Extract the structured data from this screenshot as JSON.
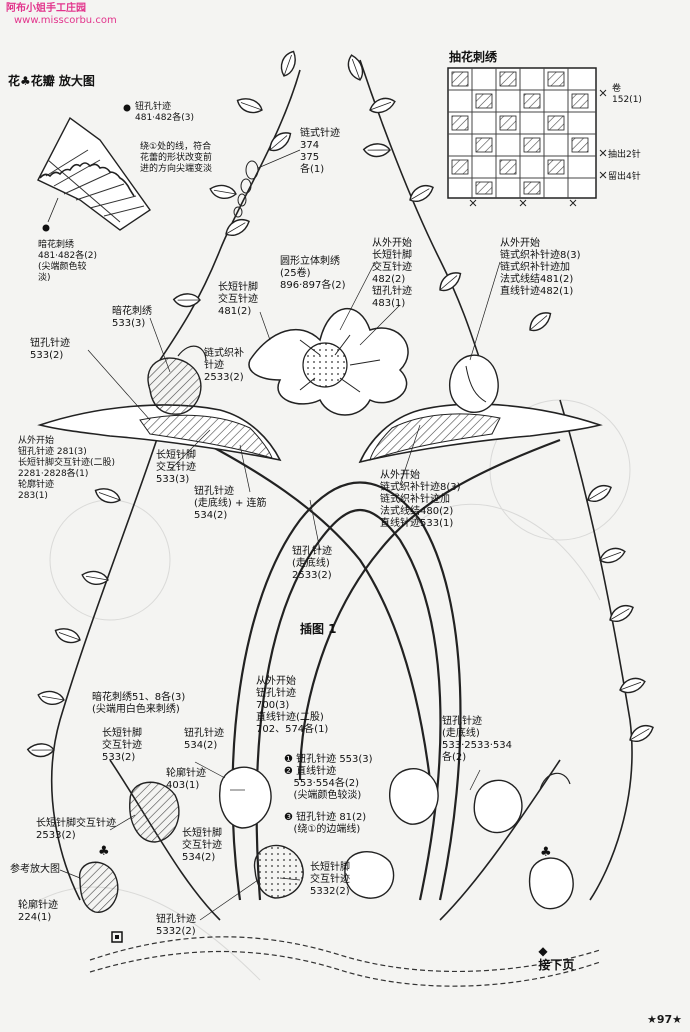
{
  "watermark": {
    "site_cn": "阿布小姐手工庄园",
    "site_url": "www.misscorbu.com"
  },
  "figure_caption": "插图 1",
  "page_number": "97",
  "next_page": "接下页",
  "inset": {
    "title": "花♣花瓣 放大图",
    "label_buttonhole": "钮孔针迹\n481·482各(3)",
    "label_note": "绕①处的线，符合\n花蕾的形状改变前\n进的方向尖端变淡",
    "label_shadow": "暗花刺绣\n481·482各(2)\n(尖端颜色较\n淡)"
  },
  "drawnwork": {
    "title": "抽花刺绣",
    "label_roll": "卷\n152(1)",
    "label_pull": "抽出2针",
    "label_leave": "留出4针"
  },
  "labels": {
    "chain_top": "链式针迹\n374\n375\n各(1)",
    "round_padded": "圆形立体刺绣\n(25卷)\n896·897各(2)",
    "from_outside_1": "从外开始\n长短针脚\n交互针迹\n482(2)\n钮孔针迹\n483(1)",
    "from_outside_right": "从外开始\n链式织补针迹8(3)\n链式织补针迹加\n法式线结481(2)\n直线针迹482(1)",
    "long_short_481": "长短针脚\n交互针迹\n481(2)",
    "chain_darning_2533": "链式织补\n针迹\n2533(2)",
    "shadow_533": "暗花刺绣\n533(3)",
    "buttonhole_533": "钮孔针迹\n533(2)",
    "from_outside_left": "从外开始\n钮孔针迹 281(3)\n长短针脚交互针迹(二股)\n2281·2828各(1)\n轮廓针迹\n283(1)",
    "long_short_533": "长短针脚\n交互针迹\n533(3)",
    "buttonhole_run_534": "钮孔针迹\n(走底线) + 连筋\n534(2)",
    "from_outside_center": "从外开始\n链式织补针迹8(3)\n链式织补针迹加\n法式线结480(2)\n直线针迹533(1)",
    "buttonhole_run_2533": "钮孔针迹\n(走底线)\n2533(2)",
    "shadow_51": "暗花刺绣51、8各(3)\n(尖端用白色来刺绣)",
    "from_outside_700": "从外开始\n钮孔针迹\n700(3)\n直线针迹(二股)\n702、574各(1)",
    "long_short_533b": "长短针脚\n交互针迹\n533(2)",
    "buttonhole_534": "钮孔针迹\n534(2)",
    "outline_403": "轮廓针迹\n403(1)",
    "circled_steps": "❶ 钮孔针迹 553(3)\n❷ 直线针迹\n   553·554各(2)\n   (尖端颜色较淡)",
    "step3": "❸ 钮孔针迹 81(2)\n   (绕①的边端线)",
    "buttonhole_run_right": "钮孔针迹\n(走底线)\n533·2533·534\n各(2)",
    "long_short_2533": "长短针脚交互针迹\n2533(2)",
    "long_short_534": "长短针脚\n交互针迹\n534(2)",
    "ref_enlarge": "参考放大图",
    "outline_224": "轮廓针迹\n224(1)",
    "long_short_5332": "长短针脚\n交互针迹\n5332(2)",
    "buttonhole_5332": "钮孔针迹\n5332(2)"
  }
}
